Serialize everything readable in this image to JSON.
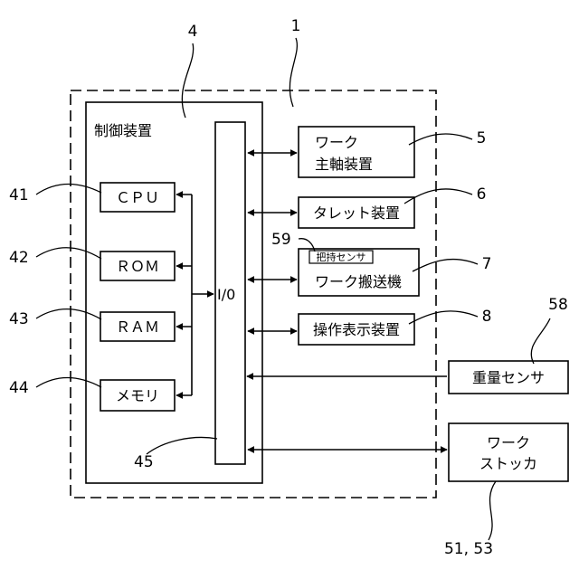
{
  "refs": {
    "system": "1",
    "controller": "4",
    "spindle": "5",
    "turret": "6",
    "conveyor": "7",
    "display": "8",
    "cpu": "41",
    "rom": "42",
    "ram": "43",
    "memory": "44",
    "io": "45",
    "grip_sensor": "59",
    "weight_sensor": "58",
    "stocker": "51, 53"
  },
  "labels": {
    "controller": "制御装置",
    "cpu": "ＣＰＵ",
    "rom": "ＲＯＭ",
    "ram": "ＲＡＭ",
    "memory": "メモリ",
    "io": "I/0",
    "spindle_line1": "ワーク",
    "spindle_line2": "主軸装置",
    "turret": "タレット装置",
    "grip_sensor": "把持センサ",
    "conveyor": "ワーク搬送機",
    "display": "操作表示装置",
    "weight_sensor": "重量センサ",
    "stocker_line1": "ワーク",
    "stocker_line2": "ストッカ"
  }
}
